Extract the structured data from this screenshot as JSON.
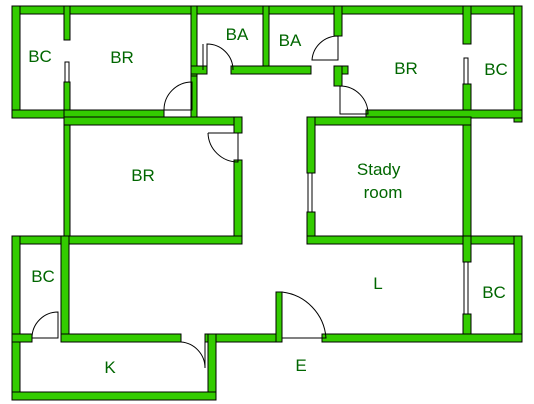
{
  "plan": {
    "wall_color": "#33cc00",
    "label_color": "#006600",
    "rooms": [
      {
        "id": "bc-top-left",
        "lines": [
          "BC"
        ]
      },
      {
        "id": "br-top-left",
        "lines": [
          "BR"
        ]
      },
      {
        "id": "ba-left",
        "lines": [
          "BA"
        ]
      },
      {
        "id": "ba-right",
        "lines": [
          "BA"
        ]
      },
      {
        "id": "br-top-right",
        "lines": [
          "BR"
        ]
      },
      {
        "id": "bc-top-right",
        "lines": [
          "BC"
        ]
      },
      {
        "id": "br-middle",
        "lines": [
          "BR"
        ]
      },
      {
        "id": "study-room",
        "lines": [
          "Stady",
          "room"
        ]
      },
      {
        "id": "bc-bottom-left",
        "lines": [
          "BC"
        ]
      },
      {
        "id": "living",
        "lines": [
          "L"
        ]
      },
      {
        "id": "bc-bottom-right",
        "lines": [
          "BC"
        ]
      },
      {
        "id": "kitchen",
        "lines": [
          "K"
        ]
      },
      {
        "id": "entrance",
        "lines": [
          "E"
        ]
      }
    ]
  }
}
